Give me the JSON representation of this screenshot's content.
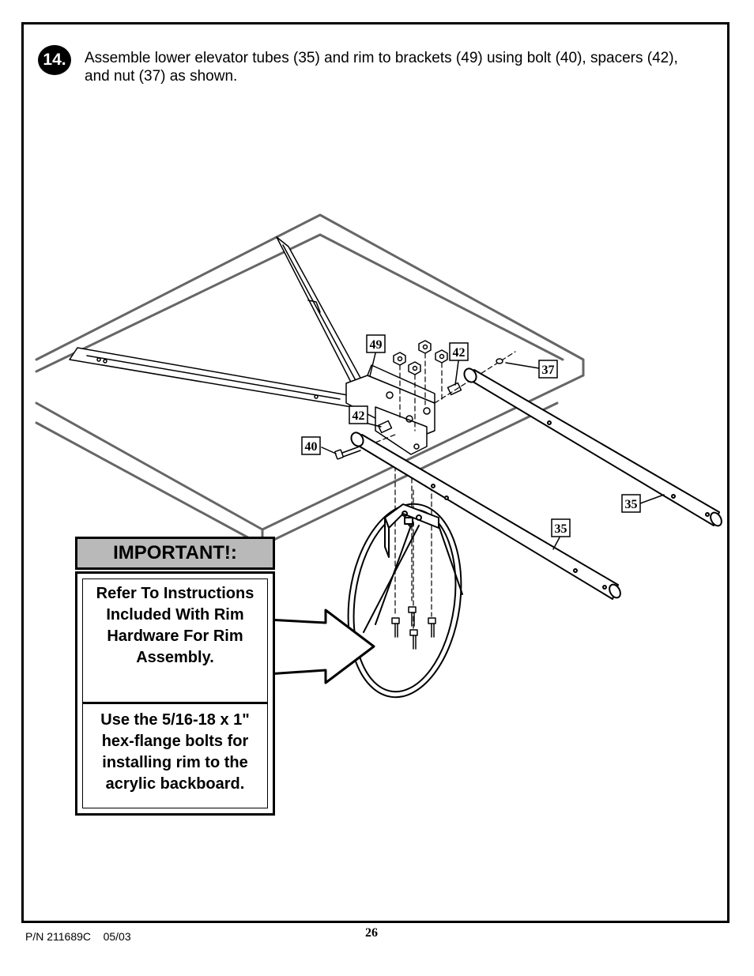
{
  "step": {
    "number": "14.",
    "instruction": "Assemble lower elevator tubes (35) and rim to brackets (49) using bolt (40), spacers (42), and nut (37) as shown."
  },
  "callouts": {
    "bracket": "49",
    "spacer_top": "42",
    "spacer_left": "42",
    "nut": "37",
    "bolt": "40",
    "tube_right": "35",
    "tube_left": "35"
  },
  "important": {
    "heading": "IMPORTANT!:",
    "note_1": "Refer To Instructions Included With Rim Hardware For Rim Assembly.",
    "note_2": "Use the 5/16-18 x 1\" hex-flange bolts for installing rim to the acrylic backboard."
  },
  "footer": {
    "part_number": "P/N 211689C    05/03",
    "page_number": "26"
  }
}
